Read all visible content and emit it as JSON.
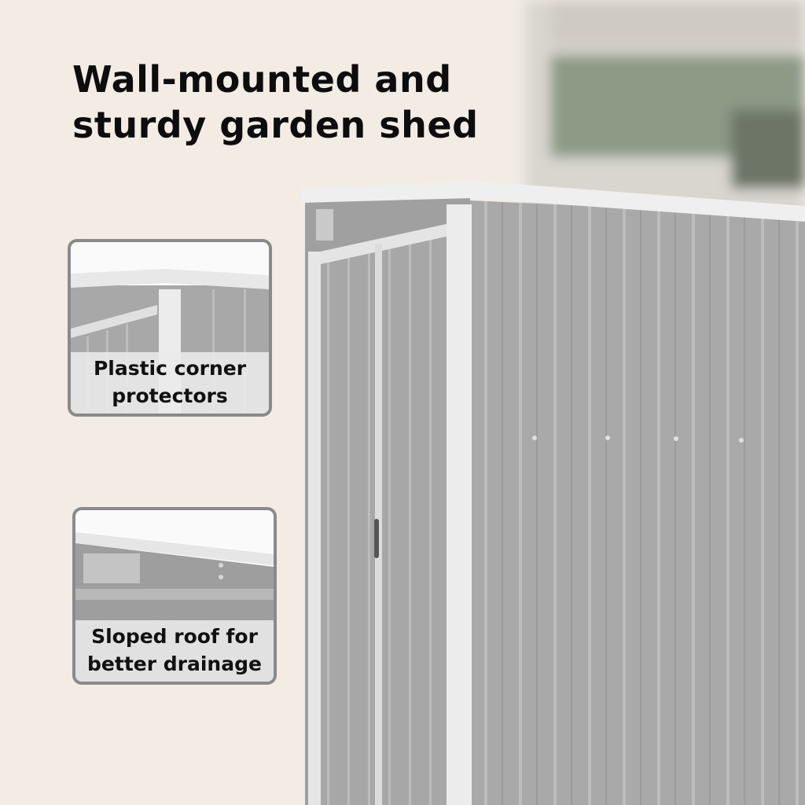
{
  "headline": {
    "line1": "Wall-mounted and",
    "line2": "sturdy garden shed"
  },
  "features": [
    {
      "line1": "Plastic corner",
      "line2": "protectors"
    },
    {
      "line1": "Sloped roof for",
      "line2": "better drainage"
    }
  ],
  "colors": {
    "background": "#f2ece5",
    "shed": "#a9aaa9",
    "trim": "#e8e8e8",
    "inset_border": "#8a8a8a"
  }
}
